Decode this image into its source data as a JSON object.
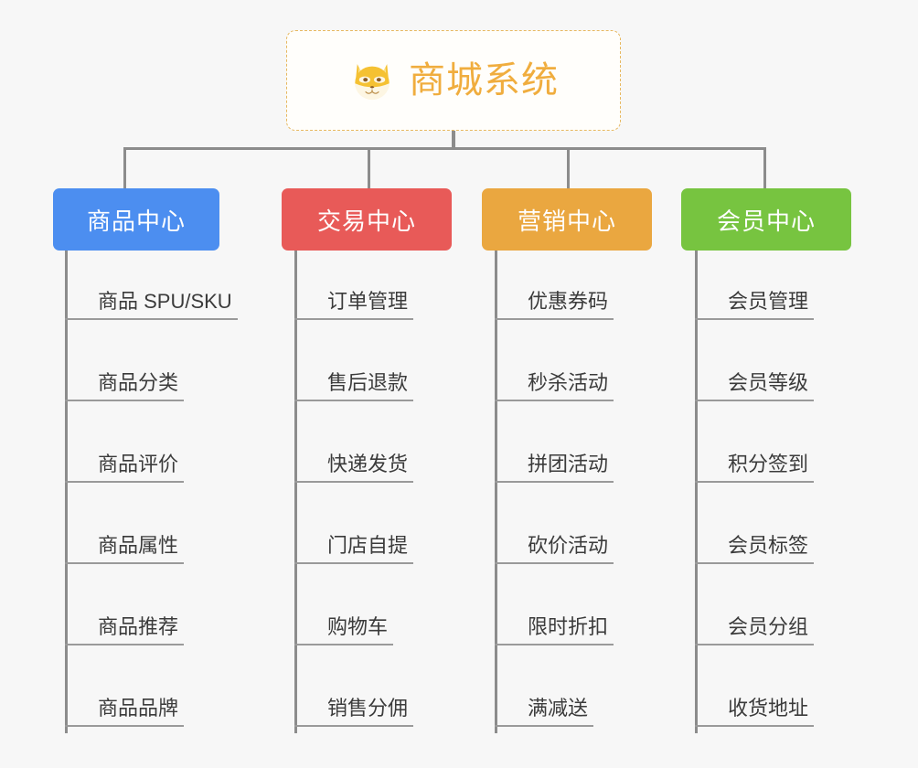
{
  "root": {
    "title": "商城系统",
    "icon": "shiba-inu-icon",
    "accent_color": "#f0ad3e",
    "border_color": "#e7b860",
    "background": "#fffefb"
  },
  "canvas": {
    "background": "#f7f7f7",
    "line_color": "#8c8c8c",
    "leaf_text_color": "#3b3b3b",
    "leaf_rule_color": "#9a9a9a"
  },
  "columns": [
    {
      "id": "product-center",
      "header": "商品中心",
      "color": "#4c8ef0",
      "items": [
        "商品 SPU/SKU",
        "商品分类",
        "商品评价",
        "商品属性",
        "商品推荐",
        "商品品牌"
      ]
    },
    {
      "id": "trade-center",
      "header": "交易中心",
      "color": "#e85a58",
      "items": [
        "订单管理",
        "售后退款",
        "快递发货",
        "门店自提",
        "购物车",
        "销售分佣"
      ]
    },
    {
      "id": "marketing-center",
      "header": "营销中心",
      "color": "#eaa740",
      "items": [
        "优惠券码",
        "秒杀活动",
        "拼团活动",
        "砍价活动",
        "限时折扣",
        "满减送"
      ]
    },
    {
      "id": "member-center",
      "header": "会员中心",
      "color": "#77c440",
      "items": [
        "会员管理",
        "会员等级",
        "积分签到",
        "会员标签",
        "会员分组",
        "收货地址"
      ]
    }
  ]
}
